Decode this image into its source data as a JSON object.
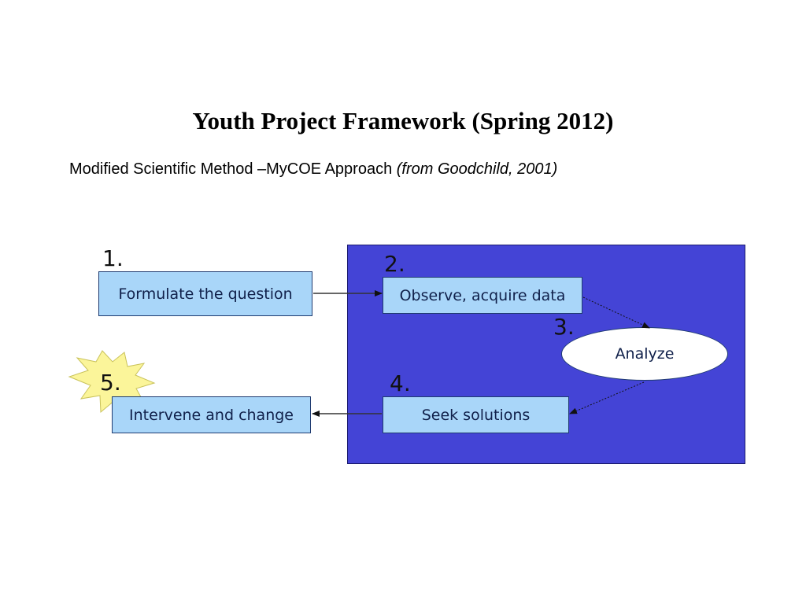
{
  "slide": {
    "title": "Youth Project Framework (Spring 2012)",
    "subtitle": "Modified Scientific Method –MyCOE Approach",
    "citation": "(from Goodchild, 2001)"
  },
  "diagram": {
    "colors": {
      "panel": "#4444d6",
      "step_box": "#a9d6f9",
      "burst": "#fbf59a"
    },
    "steps": [
      {
        "number": "1.",
        "label": "Formulate the question"
      },
      {
        "number": "2.",
        "label": "Observe, acquire data"
      },
      {
        "number": "3.",
        "label": "Analyze"
      },
      {
        "number": "4.",
        "label": "Seek solutions"
      },
      {
        "number": "5.",
        "label": "Intervene and change"
      }
    ]
  }
}
